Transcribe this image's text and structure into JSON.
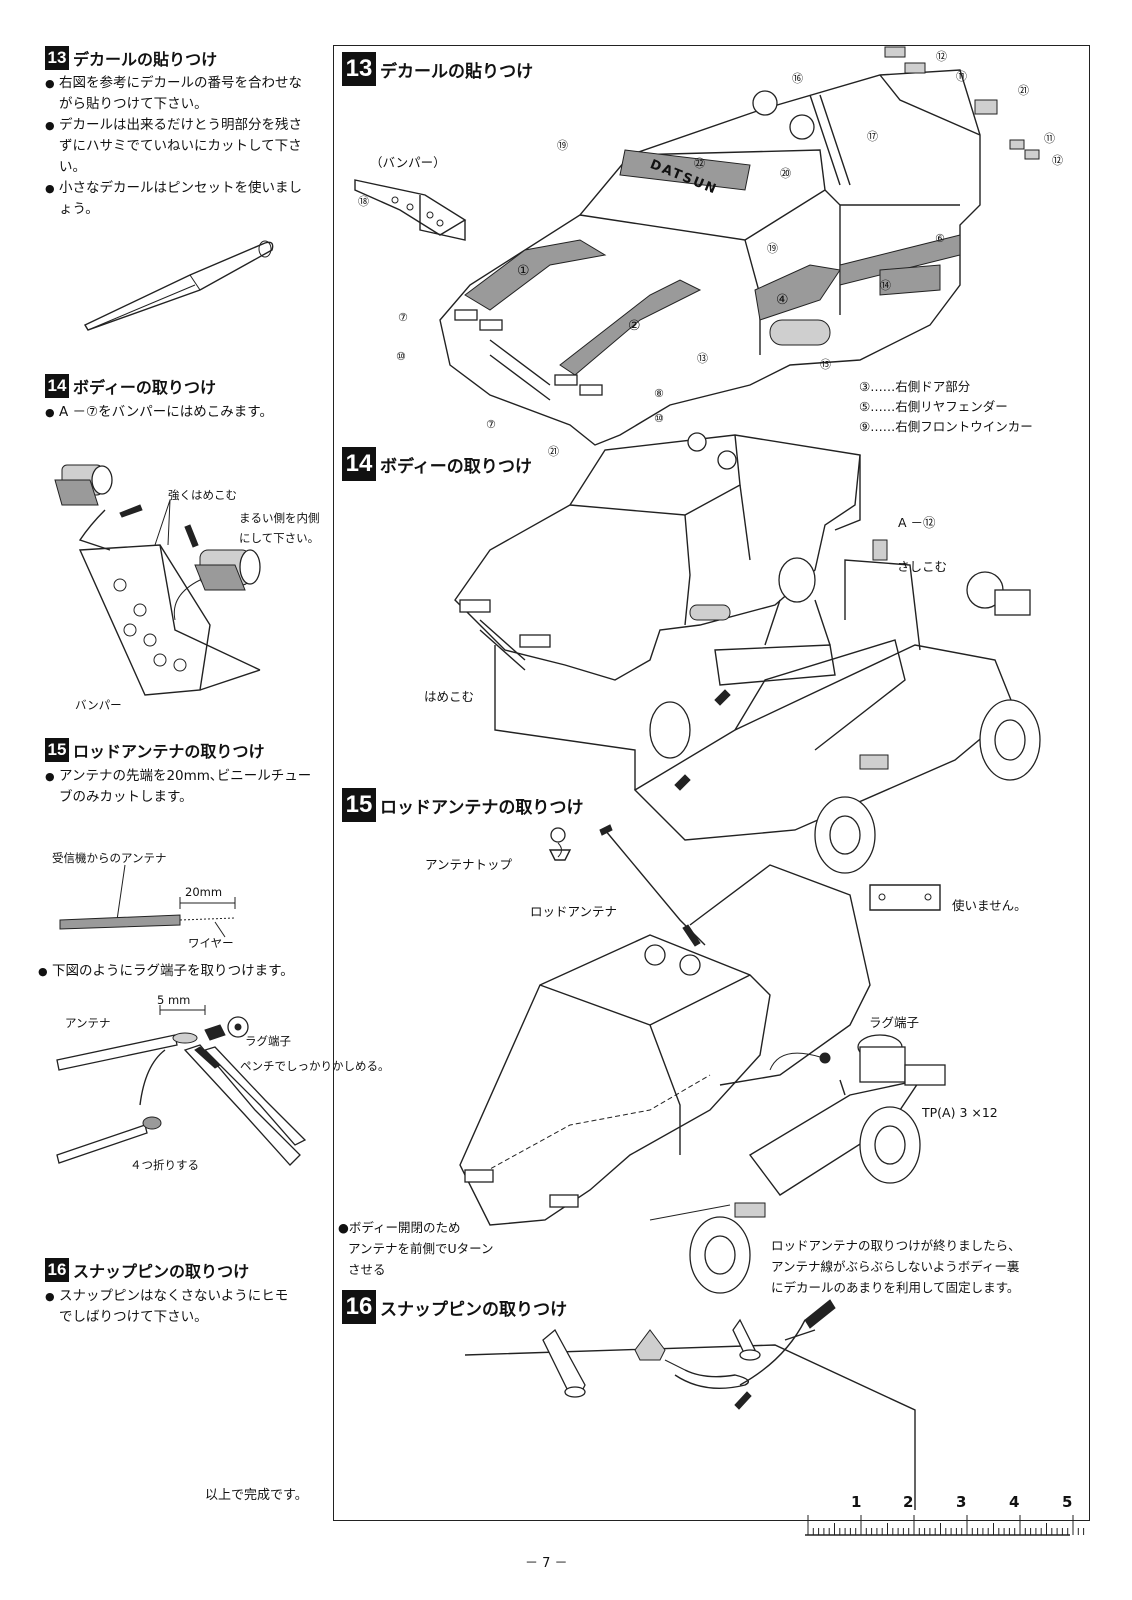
{
  "left": {
    "s13": {
      "num": "13",
      "title": "デカールの貼りつけ",
      "bullets": [
        "右図を参考にデカールの番号を合わせながら貼りつけて下さい。",
        "デカールは出来るだけとう明部分を残さずにハサミでていねいにカットして下さい。",
        "小さなデカールはピンセットを使いましょう。"
      ]
    },
    "s14": {
      "num": "14",
      "title": "ボディーの取りつけ",
      "bullets": [
        "A －⑦をバンパーにはめこみます。"
      ],
      "labels": {
        "press": "強くはめこむ",
        "round1": "まるい側を内側",
        "round2": "にして下さい。",
        "bumper": "バンパー"
      }
    },
    "s15": {
      "num": "15",
      "title": "ロッドアンテナの取りつけ",
      "bullets": [
        "アンテナの先端を20mm､ビニールチューブのみカットします。"
      ],
      "labels": {
        "from_rx": "受信機からのアンテナ",
        "dim20": "20mm",
        "wire": "ワイヤー"
      },
      "bullet2": "下図のようにラグ端子を取りつけます。",
      "labels2": {
        "dim5": "5 mm",
        "antenna": "アンテナ",
        "lug": "ラグ端子",
        "pliers": "ペンチでしっかりかしめる。",
        "fold": "４つ折りする"
      }
    },
    "s16": {
      "num": "16",
      "title": "スナップピンの取りつけ",
      "bullets": [
        "スナップピンはなくさないようにヒモでしばりつけて下さい。"
      ]
    },
    "done": "以上で完成です。"
  },
  "right": {
    "s13": {
      "num": "13",
      "title": "デカールの貼りつけ",
      "bumper_label": "（バンパー）",
      "callouts": [
        "⑫",
        "⑪",
        "㉑",
        "⑯",
        "⑰",
        "⑪",
        "⑫",
        "⑲",
        "㉒",
        "⑳",
        "⑱",
        "⑥",
        "⑲",
        "⑭",
        "⑦",
        "⑩",
        "⑬",
        "⑮",
        "⑧",
        "⑦",
        "⑩",
        "㉑"
      ],
      "body_text": "DATSUN",
      "decal_nums": [
        "①",
        "②",
        "④"
      ],
      "notes": [
        "③……右側ドア部分",
        "⑤……右側リヤフェンダー",
        "⑨……右側フロントウインカー"
      ]
    },
    "s14": {
      "num": "14",
      "title": "ボディーの取りつけ",
      "labels": {
        "a12": "A －⑫",
        "insert": "さしこむ",
        "fit": "はめこむ"
      }
    },
    "s15": {
      "num": "15",
      "title": "ロッドアンテナの取りつけ",
      "labels": {
        "top": "アンテナトップ",
        "rod": "ロッドアンテナ",
        "unused": "使いません。",
        "lug": "ラグ端子",
        "screw": "TP(A) 3 ×12"
      },
      "note_left": [
        "●ボディー開閉のため",
        "アンテナを前側でUターン",
        "させる"
      ],
      "note_right": [
        "ロッドアンテナの取りつけが終りましたら、",
        "アンテナ線がぶらぶらしないようボディー裏",
        "にデカールのあまりを利用して固定します。"
      ]
    },
    "s16": {
      "num": "16",
      "title": "スナップピンの取りつけ"
    }
  },
  "ruler": {
    "ticks": [
      "1",
      "2",
      "3",
      "4",
      "5"
    ]
  },
  "page_number": "－ 7 －"
}
